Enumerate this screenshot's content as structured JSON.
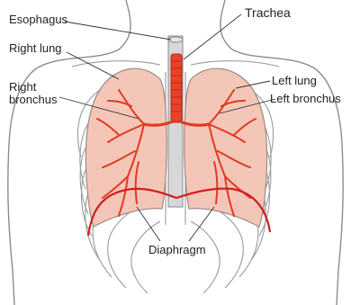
{
  "labels": {
    "esophagus": "Esophagus",
    "trachea": "Trachea",
    "right_lung": "Right lung",
    "right_bronchus_line1": "Right",
    "right_bronchus_line2": "bronchus",
    "left_lung": "Left lung",
    "left_bronchus": "Left bronchus",
    "diaphragm": "Diaphragm"
  },
  "colors": {
    "lung_fill": "#f4c6b8",
    "lung_outline": "#9b8a86",
    "trachea_red": "#e8422a",
    "bronchi_red": "#e23a22",
    "diaphragm": "#d11f1f",
    "body_outline": "#8c8c8c",
    "esophagus_gray": "#c9c9c9"
  }
}
